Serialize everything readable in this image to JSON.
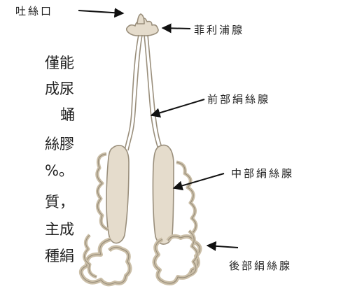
{
  "labels": {
    "spinneret": "吐絲口",
    "filippi_gland": "菲利浦腺",
    "anterior_silk_gland": "前部絹絲腺",
    "middle_silk_gland": "中部絹絲腺",
    "posterior_silk_gland": "後部絹絲腺"
  },
  "background_text": [
    "僅能",
    "成尿",
    "蛹",
    "絲膠",
    "%。",
    "質，",
    "主成",
    "種絹"
  ],
  "colors": {
    "gland_fill": "#e5dccc",
    "gland_stroke": "#9a8f7c",
    "arrow": "#111111"
  }
}
